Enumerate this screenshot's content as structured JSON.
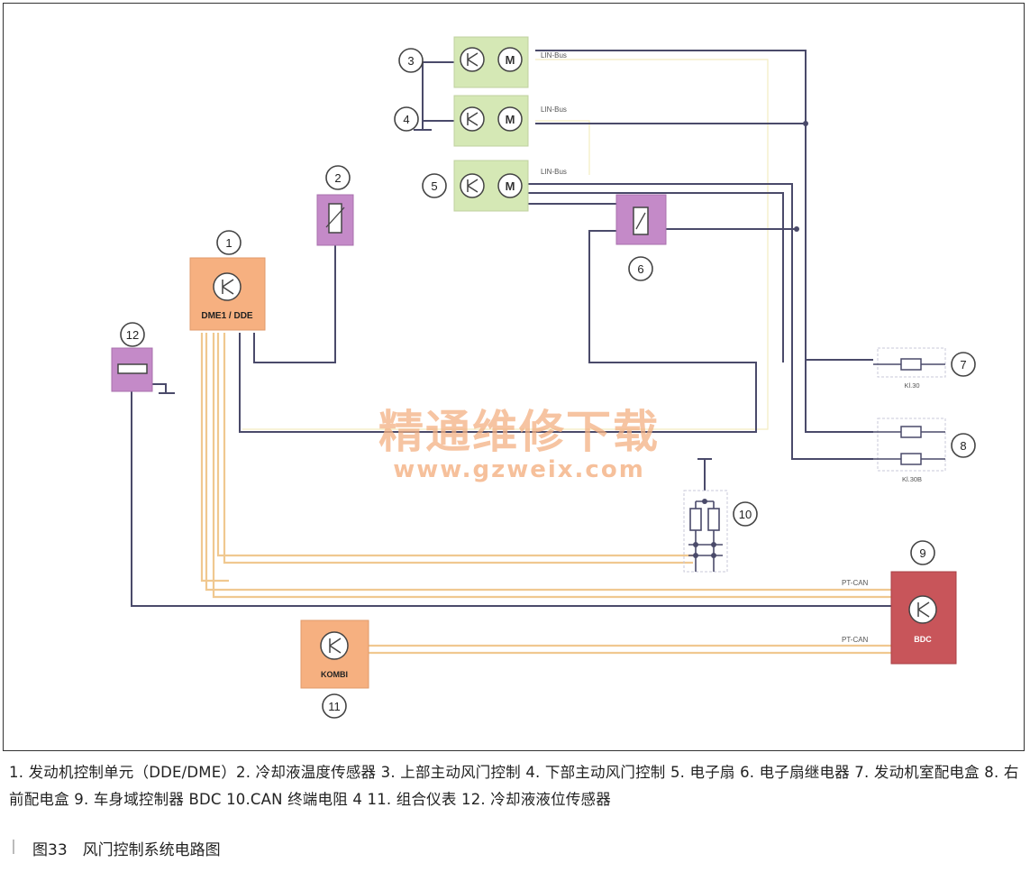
{
  "diagram": {
    "components": [
      {
        "num": "1",
        "label": "DME1 / DDE"
      },
      {
        "num": "2",
        "label": ""
      },
      {
        "num": "3",
        "label": ""
      },
      {
        "num": "4",
        "label": ""
      },
      {
        "num": "5",
        "label": ""
      },
      {
        "num": "6",
        "label": ""
      },
      {
        "num": "7",
        "label": "Kl.30"
      },
      {
        "num": "8",
        "label": "Kl.30B"
      },
      {
        "num": "9",
        "label": "BDC"
      },
      {
        "num": "10",
        "label": ""
      },
      {
        "num": "11",
        "label": "KOMBI"
      },
      {
        "num": "12",
        "label": ""
      }
    ],
    "motor_symbol": "M",
    "lin_bus_label": "LIN-Bus",
    "pt_can_label": "PT-CAN",
    "watermark_cn": "精通维修下载",
    "watermark_url": "www.gzweix.com"
  },
  "caption": "1. 发动机控制单元（DDE/DME）2. 冷却液温度传感器 3. 上部主动风门控制 4. 下部主动风门控制 5. 电子扇 6. 电子扇继电器 7. 发动机室配电盒 8. 右前配电盒 9. 车身域控制器 BDC 10.CAN 终端电阻 4 11. 组合仪表 12. 冷却液液位传感器",
  "figure_title": "图33　风门控制系统电路图",
  "colors": {
    "module_green": "#d5e8b5",
    "module_orange": "#f6b080",
    "module_purple": "#c48ac8",
    "bdc_red": "#c8555a",
    "wire_dark": "#4a4a6a",
    "wire_can": "#f0c890"
  }
}
